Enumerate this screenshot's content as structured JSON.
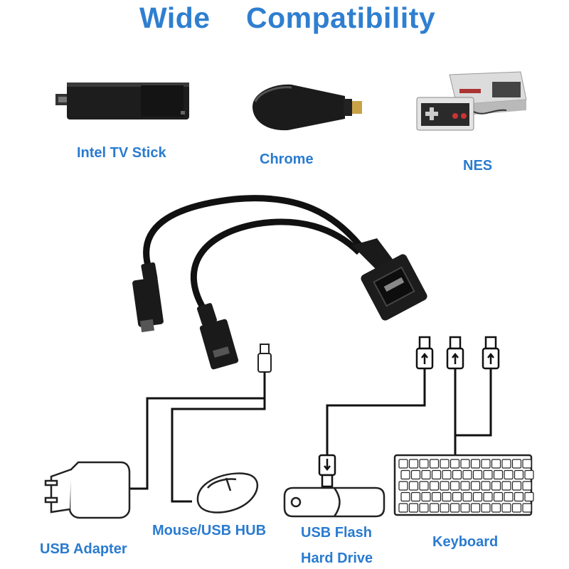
{
  "title": {
    "part1": "Wide",
    "part2": "Compatibility"
  },
  "devices_top": [
    {
      "label": "Intel TV Stick",
      "icon": "intel-tv-stick-icon"
    },
    {
      "label": "Chrome",
      "icon": "chromecast-icon"
    },
    {
      "label": "NES",
      "icon": "nes-console-icon"
    }
  ],
  "devices_bottom": [
    {
      "label": "USB Adapter",
      "icon": "usb-adapter-icon"
    },
    {
      "label": "Mouse/USB HUB",
      "icon": "mouse-icon"
    },
    {
      "label_line1": "USB Flash",
      "label_line2": "Hard Drive",
      "icon": "usb-flash-drive-icon"
    },
    {
      "label": "Keyboard",
      "icon": "keyboard-icon"
    }
  ],
  "colors": {
    "label": "#2a7bd0",
    "title": "#2f7fd0",
    "cable": "#111111"
  }
}
